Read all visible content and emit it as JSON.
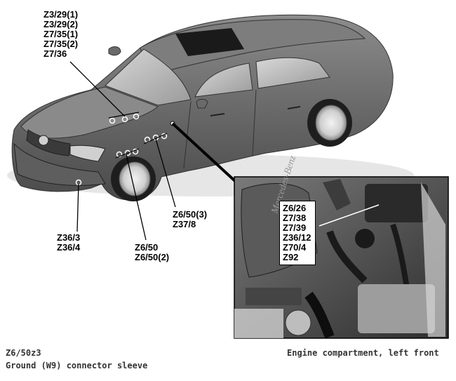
{
  "labels": {
    "group_roof": [
      "Z3/29(1)",
      "Z3/29(2)",
      "Z7/35(1)",
      "Z7/35(2)",
      "Z7/36"
    ],
    "group_bumper": [
      "Z36/3",
      "Z36/4"
    ],
    "group_fender_lower": [
      "Z6/50",
      "Z6/50(2)"
    ],
    "group_fender_upper": [
      "Z6/50(3)",
      "Z37/8"
    ],
    "group_engine": [
      "Z6/26",
      "Z7/38",
      "Z7/39",
      "Z36/12",
      "Z70/4",
      "Z92"
    ]
  },
  "captions": {
    "code": "Z6/50z3",
    "description": "Ground (W9) connector sleeve",
    "location": "Engine compartment, left front"
  },
  "engine_cap_text": "Mercedes-Benz"
}
